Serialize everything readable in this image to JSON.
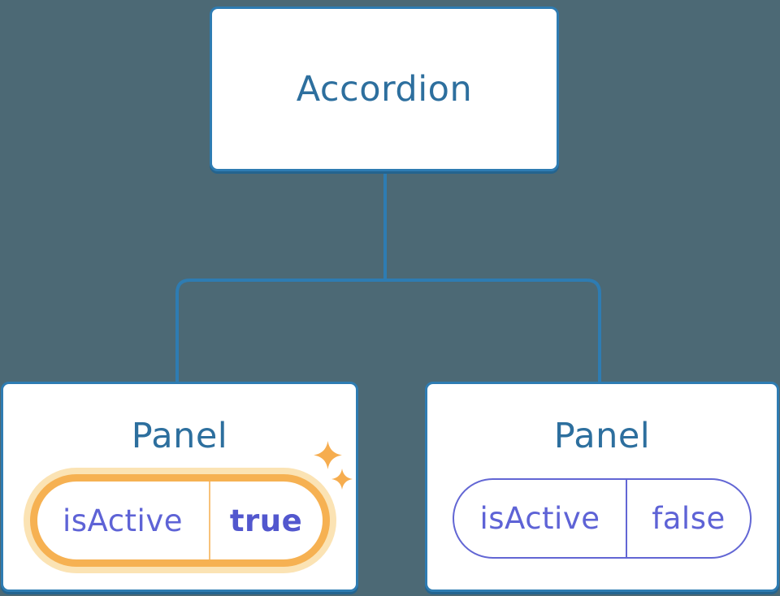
{
  "diagram": {
    "root": {
      "label": "Accordion"
    },
    "panels": [
      {
        "title": "Panel",
        "prop": "isActive",
        "value": "true",
        "highlighted": true
      },
      {
        "title": "Panel",
        "prop": "isActive",
        "value": "false",
        "highlighted": false
      }
    ]
  },
  "icons": {
    "sparkle_large": "sparkle-icon",
    "sparkle_small": "sparkle-icon"
  },
  "colors": {
    "background": "#4C6975",
    "connector": "#2E7CB2",
    "node_border": "#2E7CB2",
    "node_shadow": "#24648F",
    "node_text": "#2D6F9E",
    "state_text": "#5E63D6",
    "state_text_bold": "#5257CE",
    "state_border": "#6266D4",
    "highlight_ring": "#F6B152",
    "highlight_halo": "#FBE3B4",
    "highlight_divider": "#F8C27A",
    "sparkle": "#F6AD4F"
  }
}
